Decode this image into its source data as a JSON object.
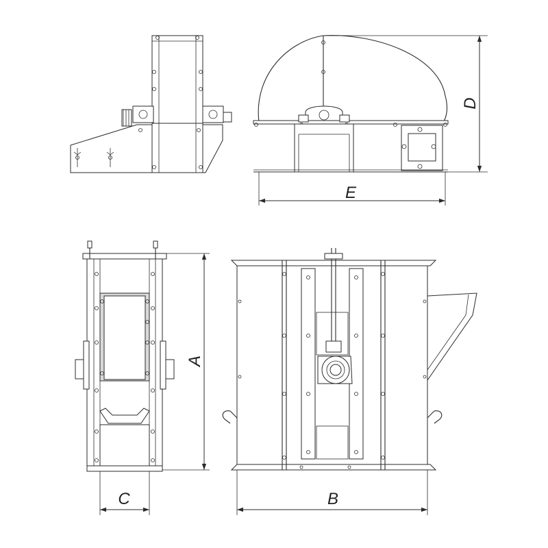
{
  "dimension_labels": {
    "a": "A",
    "b": "B",
    "c": "C",
    "d": "D",
    "e": "E"
  },
  "colors": {
    "line": "#2a2a2a",
    "fill": "#ffffff",
    "shade": "#d9d9d9"
  }
}
